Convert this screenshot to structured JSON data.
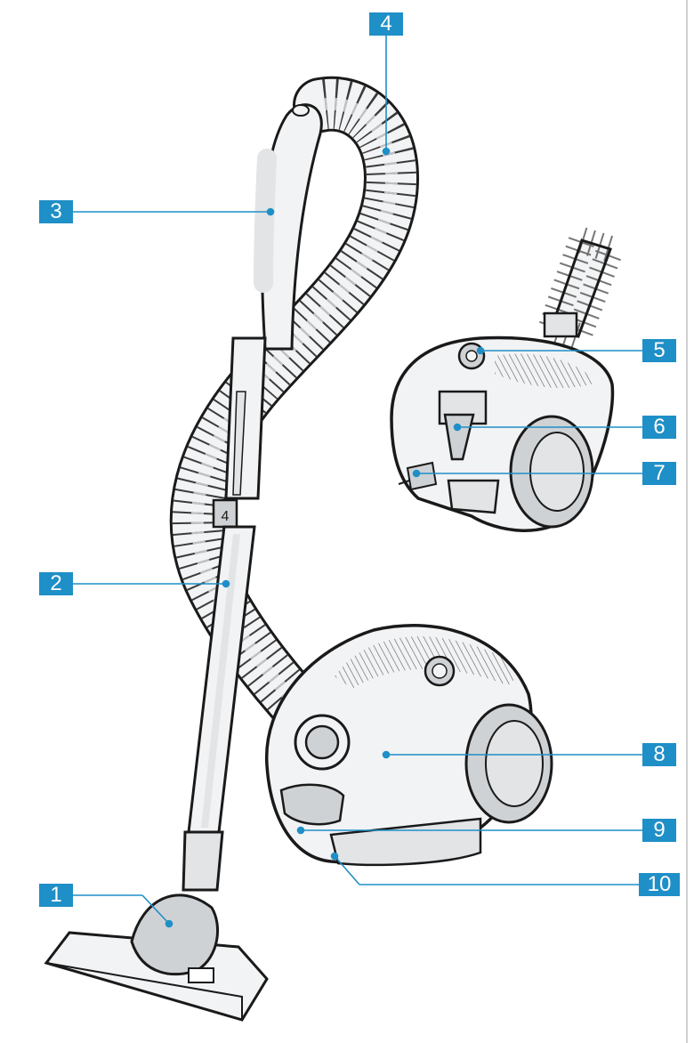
{
  "callouts": [
    {
      "id": "1",
      "label": "1"
    },
    {
      "id": "2",
      "label": "2"
    },
    {
      "id": "3",
      "label": "3"
    },
    {
      "id": "4",
      "label": "4"
    },
    {
      "id": "5",
      "label": "5"
    },
    {
      "id": "6",
      "label": "6"
    },
    {
      "id": "7",
      "label": "7"
    },
    {
      "id": "8",
      "label": "8"
    },
    {
      "id": "9",
      "label": "9"
    },
    {
      "id": "10",
      "label": "10"
    }
  ],
  "tube_clip_label": "4",
  "colors": {
    "callout": "#1f8fc7",
    "leader": "#1f8fc7",
    "outline": "#1a1a1a",
    "body": "#f2f3f4",
    "shade": "#cfd2d5",
    "mid": "#e2e4e6"
  }
}
